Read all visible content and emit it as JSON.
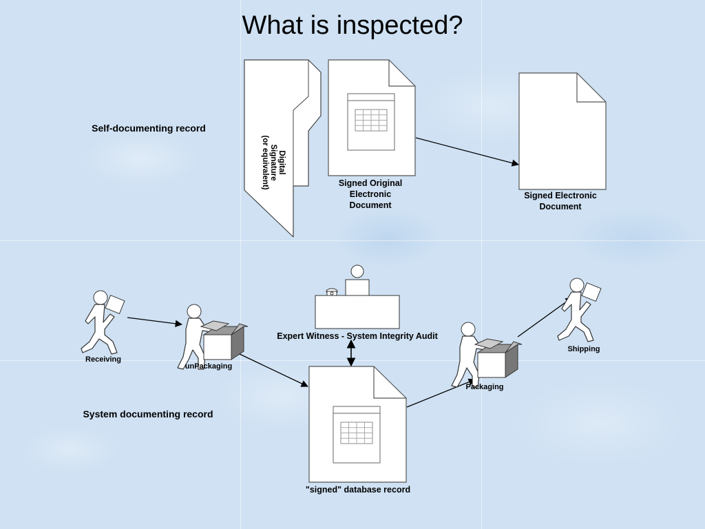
{
  "slide": {
    "title": "What is inspected?"
  },
  "sections": {
    "self_documenting": "Self-documenting record",
    "system_documenting": "System documenting record"
  },
  "self_documenting_flow": {
    "digital_signature_label": "Digital\nSignature\n(or equivalent)",
    "signed_original_label": "Signed Original\nElectronic\nDocument",
    "signed_electronic_label": "Signed Electronic\nDocument"
  },
  "system_documenting_flow": {
    "receiving_label": "Receiving",
    "unpackaging_label": "unPackaging",
    "expert_witness_label": "Expert Witness - System Integrity Audit",
    "database_record_label": "\"signed\" database record",
    "packaging_label": "Packaging",
    "shipping_label": "Shipping"
  },
  "icons": {
    "folder": "folder-icon",
    "document": "document-icon",
    "spreadsheet": "spreadsheet-icon",
    "person_carrying_box": "person-carrying-box-icon",
    "person_packing_box": "person-packing-box-icon",
    "person_at_desk": "person-at-desk-icon",
    "telephone": "telephone-icon"
  }
}
